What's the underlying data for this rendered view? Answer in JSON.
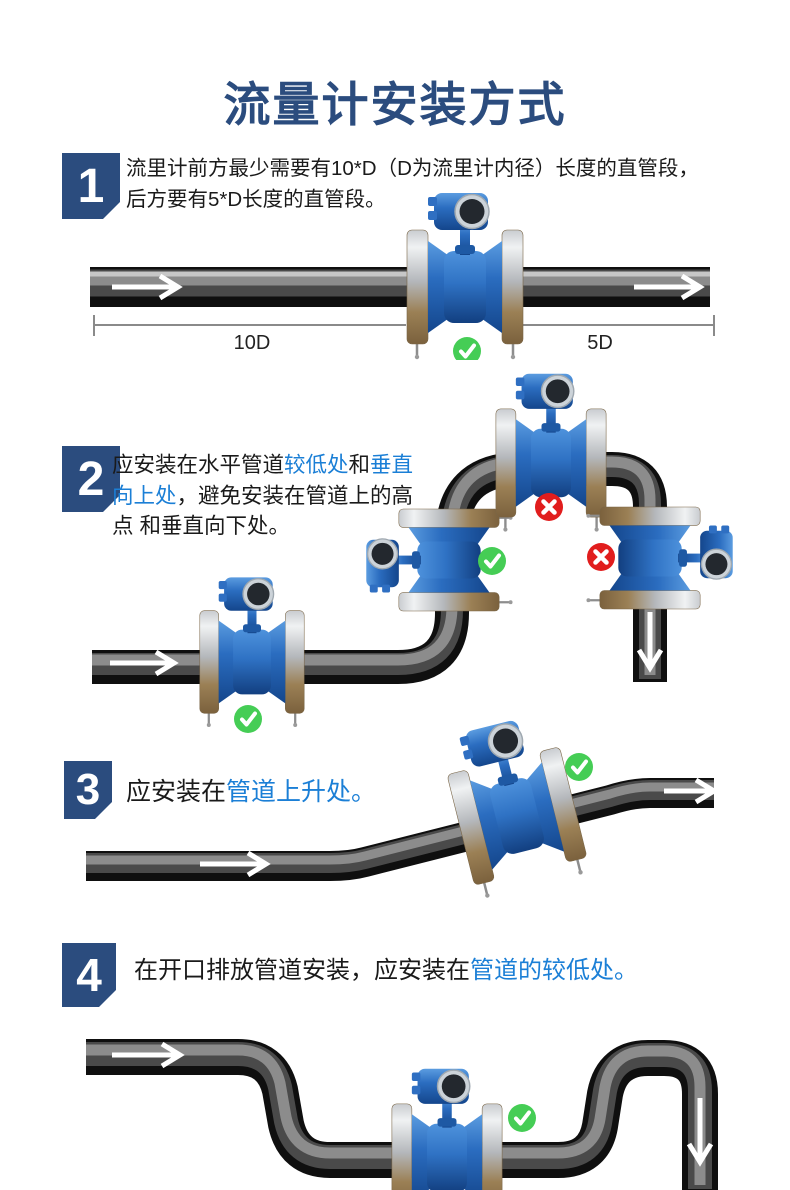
{
  "page": {
    "title": "流量计安装方式"
  },
  "colors": {
    "accent_navy": "#2b4c7e",
    "highlight_blue": "#1b7fd6",
    "check_green": "#45cd55",
    "cross_red": "#e11d1d",
    "meter_blue": "#2b6dc0",
    "flange_bronze": "#8a6f4a",
    "pipe_black": "#121212"
  },
  "steps": [
    {
      "num": "1",
      "text": [
        {
          "t": "流里计前方最少需要有10*D（D为流里计内径）长度的直管段，"
        },
        {
          "br": true
        },
        {
          "t": "后方要有5*D长度的直管段。"
        }
      ]
    },
    {
      "num": "2",
      "text": [
        {
          "t": "应安装在水平管道"
        },
        {
          "t": "较低处",
          "blue": true
        },
        {
          "t": "和"
        },
        {
          "t": "垂直",
          "blue": true
        },
        {
          "br": true
        },
        {
          "t": "向上处",
          "blue": true
        },
        {
          "t": "，避免安装在管道上的高"
        },
        {
          "br": true
        },
        {
          "t": "点 和垂直向下处。"
        }
      ]
    },
    {
      "num": "3",
      "text": [
        {
          "t": "应安装在"
        },
        {
          "t": "管道上升处。",
          "blue": true
        }
      ]
    },
    {
      "num": "4",
      "text": [
        {
          "t": "在开口排放管道安装，应安装在"
        },
        {
          "t": "管道的较低处。",
          "blue": true
        }
      ]
    }
  ],
  "fig1": {
    "dim_left_label": "10D",
    "dim_right_label": "5D",
    "markers": [
      "check"
    ]
  },
  "fig2": {
    "markers": [
      "cross-top-of-pipe",
      "check-vertical-upward",
      "cross-vertical-downward",
      "check-horizontal-low"
    ]
  },
  "fig3": {
    "markers": [
      "check-rising-section"
    ]
  },
  "fig4": {
    "markers": [
      "check-low-point"
    ]
  }
}
